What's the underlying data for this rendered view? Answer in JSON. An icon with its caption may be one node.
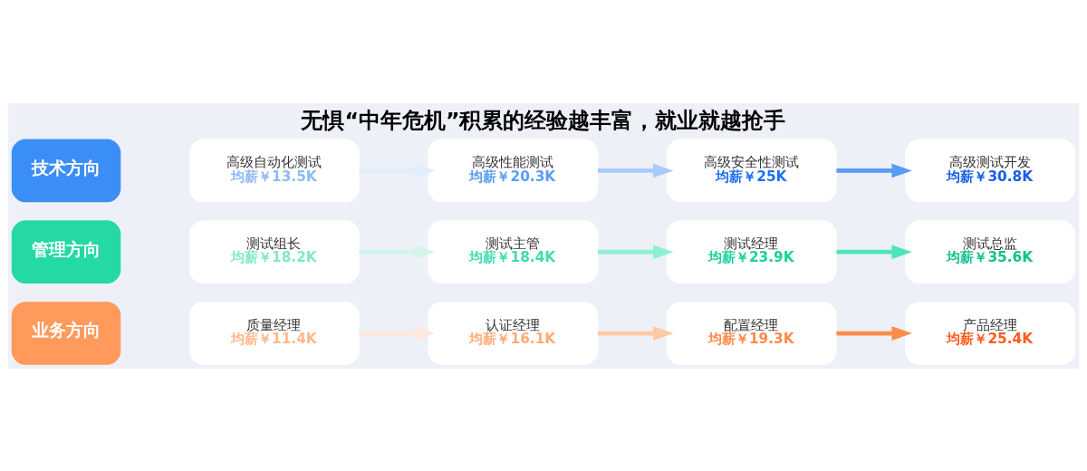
{
  "diagram": {
    "title": "无惧“中年危机”积累的经验越丰富，就业就越抢手",
    "nodes": [
      {
        "text": [
          "技术方向"
        ]
      },
      {
        "text": [
          "高级自动化测试",
          "均薪￥13.5K"
        ]
      },
      {
        "text": [
          "高级性能测试",
          "均薪￥20.3K"
        ]
      },
      {
        "text": [
          "高级安全性测试",
          "均薪￥25K"
        ]
      },
      {
        "text": [
          "高级测试开发",
          "均薪￥30.8K"
        ]
      },
      {
        "text": [
          "管理方向"
        ]
      },
      {
        "text": [
          "测试组长",
          "均薪￥18.2K"
        ]
      },
      {
        "text": [
          "测试主管",
          "均薪￥18.4K"
        ]
      },
      {
        "text": [
          "测试经理",
          "均薪￥23.9K"
        ]
      },
      {
        "text": [
          "测试总监",
          "均薪￥35.6K"
        ]
      },
      {
        "text": [
          "业务方向"
        ]
      },
      {
        "text": [
          "质量经理",
          "均薪￥11.4K"
        ]
      },
      {
        "text": [
          "认证经理",
          "均薪￥16.1K"
        ]
      },
      {
        "text": [
          "配置经理",
          "均薪￥19.3K"
        ]
      },
      {
        "text": [
          "产品经理",
          "均薪￥25.4K"
        ]
      }
    ],
    "edges": [
      {
        "from": 1,
        "to": 2,
        "arrow": "to",
        "color": "#e3ecfb"
      },
      {
        "from": 2,
        "to": 3,
        "arrow": "to",
        "color": "#a9c9ff"
      },
      {
        "from": 3,
        "to": 4,
        "arrow": "to",
        "color": "#5a9cf5"
      },
      {
        "from": 6,
        "to": 7,
        "arrow": "to",
        "color": "#d2f5ea"
      },
      {
        "from": 7,
        "to": 8,
        "arrow": "to",
        "color": "#8ef0d0"
      },
      {
        "from": 8,
        "to": 9,
        "arrow": "to",
        "color": "#4fe5bb"
      },
      {
        "from": 11,
        "to": 12,
        "arrow": "to",
        "color": "#fde8da"
      },
      {
        "from": 12,
        "to": 13,
        "arrow": "to",
        "color": "#ffc9a6"
      },
      {
        "from": 13,
        "to": 14,
        "arrow": "to",
        "color": "#ff8c4a"
      }
    ]
  }
}
